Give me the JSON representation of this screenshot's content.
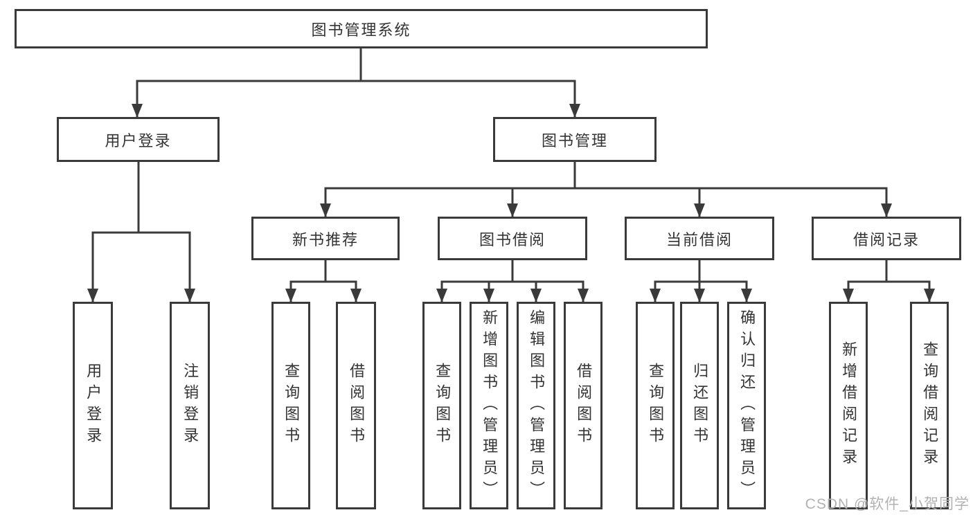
{
  "tree": {
    "label": "图书管理系统",
    "children": [
      {
        "label": "用户登录",
        "children": [
          {
            "label": "用户登录"
          },
          {
            "label": "注销登录"
          }
        ]
      },
      {
        "label": "图书管理",
        "children": [
          {
            "label": "新书推荐",
            "children": [
              {
                "label": "查询图书"
              },
              {
                "label": "借阅图书"
              }
            ]
          },
          {
            "label": "图书借阅",
            "children": [
              {
                "label": "查询图书"
              },
              {
                "label": "新增图书（管理员）"
              },
              {
                "label": "编辑图书（管理员）"
              },
              {
                "label": "借阅图书"
              }
            ]
          },
          {
            "label": "当前借阅",
            "children": [
              {
                "label": "查询图书"
              },
              {
                "label": "归还图书"
              },
              {
                "label": "确认归还（管理员）"
              }
            ]
          },
          {
            "label": "借阅记录",
            "children": [
              {
                "label": "新增借阅记录"
              },
              {
                "label": "查询借阅记录"
              }
            ]
          }
        ]
      }
    ]
  },
  "watermark": "CSDN @软件_小贺同学",
  "colors": {
    "line": "#3a3a3a",
    "text": "#333333",
    "watermark": "#b2b2b2",
    "background": "#ffffff"
  }
}
